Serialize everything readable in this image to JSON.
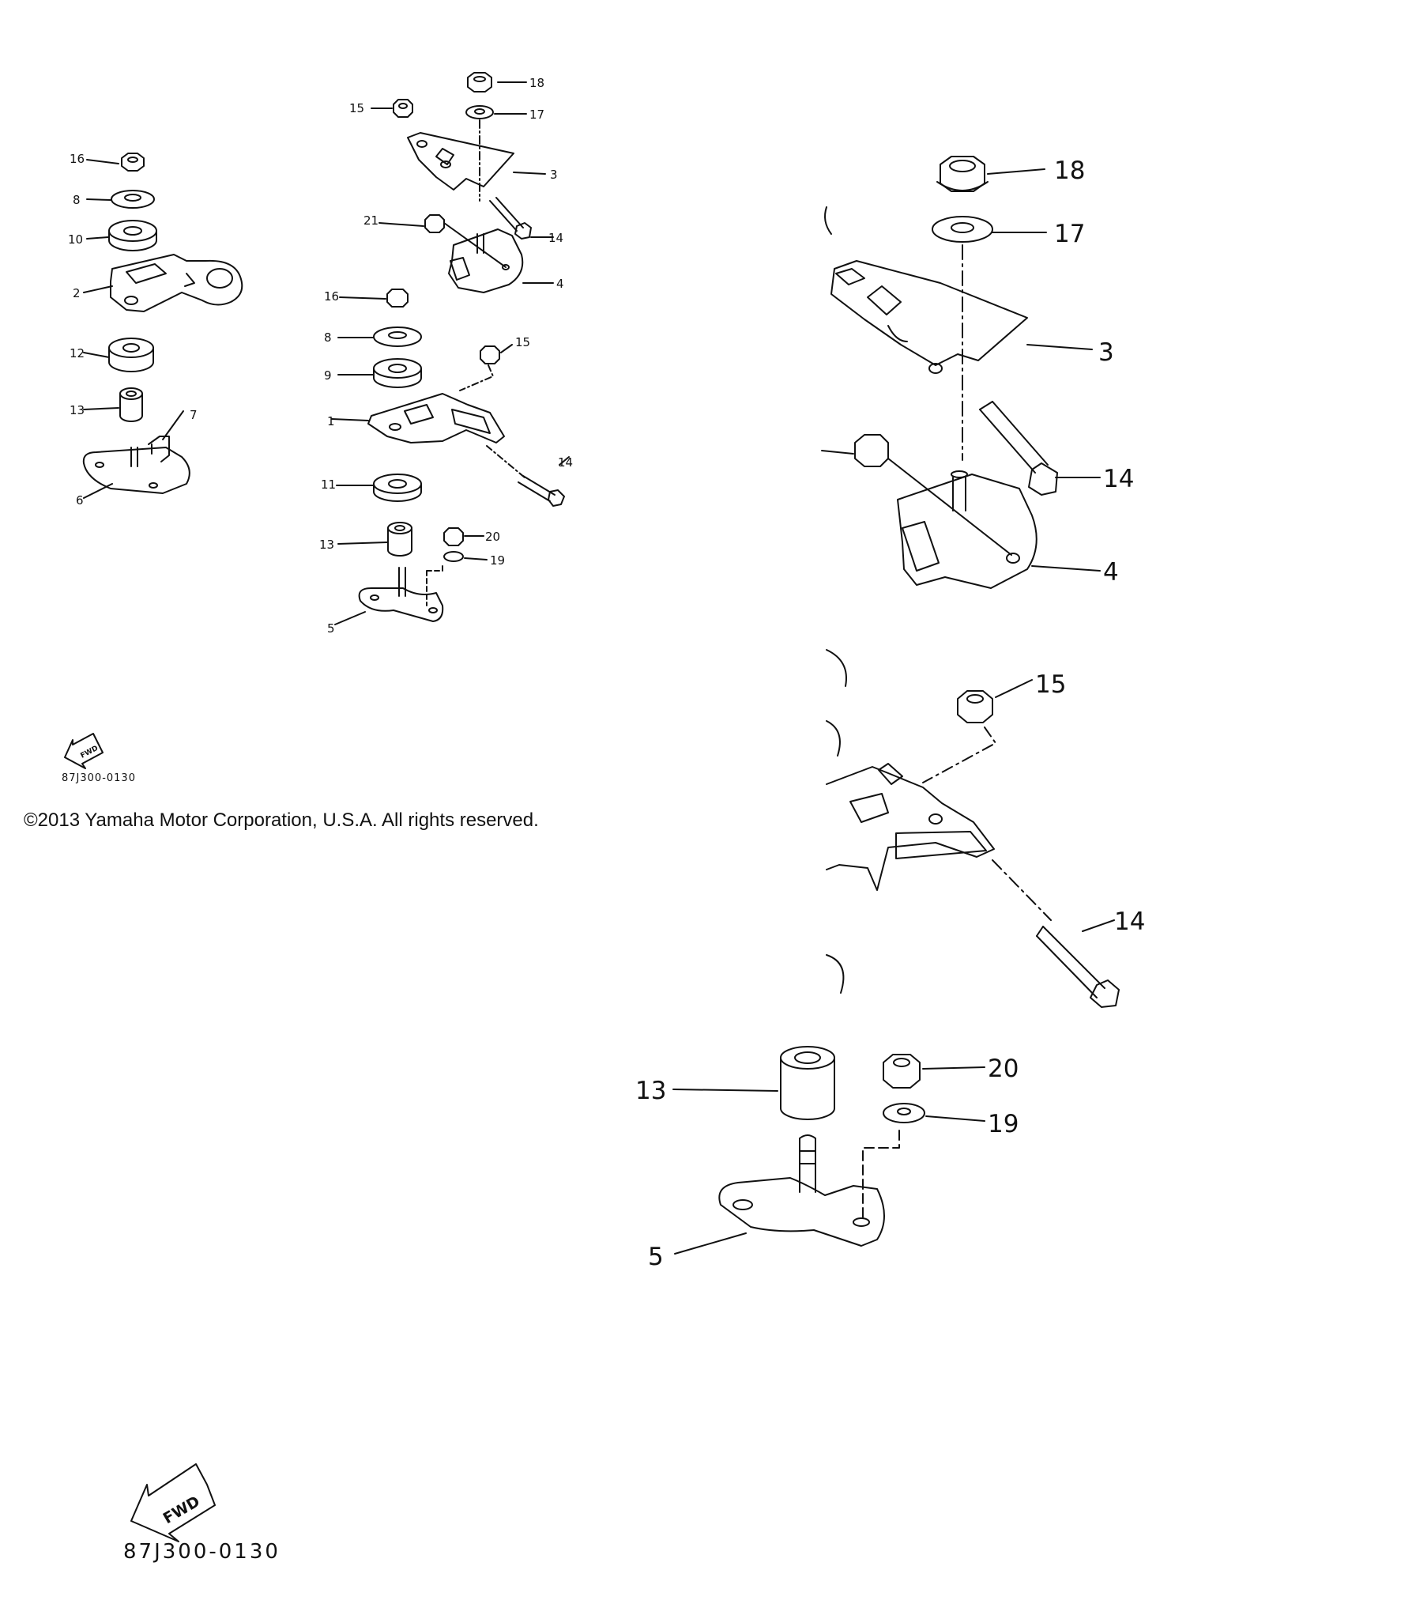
{
  "document": {
    "copyright": "©2013 Yamaha Motor Corporation, U.S.A. All rights reserved.",
    "diagram_code_small": "87J300-0130",
    "diagram_code_large": "87J300-0130",
    "fwd_label": "FWD"
  },
  "callouts": {
    "overview_left": [
      "16",
      "8",
      "10",
      "2",
      "12",
      "13",
      "7",
      "6"
    ],
    "overview_right": [
      "18",
      "15",
      "17",
      "3",
      "21",
      "14",
      "4",
      "16",
      "8",
      "15",
      "9",
      "1",
      "14",
      "11",
      "13",
      "20",
      "19",
      "5"
    ],
    "detail_top": [
      "18",
      "17",
      "3",
      "14",
      "4"
    ],
    "detail_middle": [
      "15",
      "14"
    ],
    "detail_bottom": [
      "13",
      "20",
      "19",
      "5"
    ]
  }
}
